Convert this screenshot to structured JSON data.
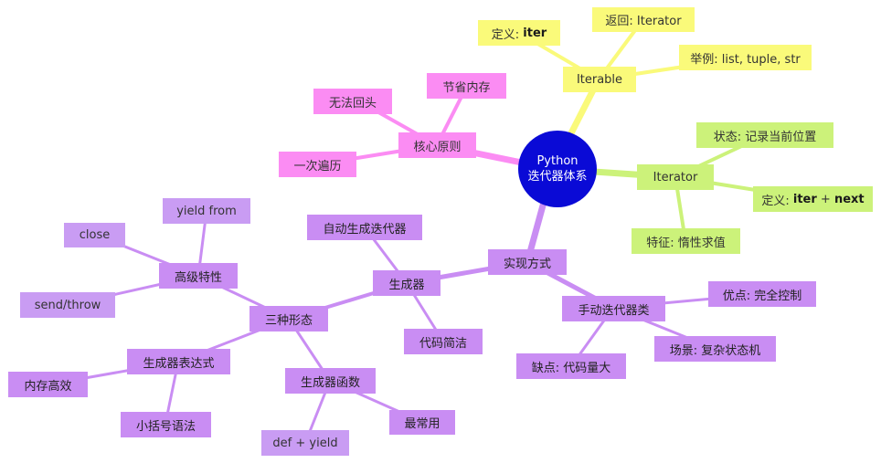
{
  "center": {
    "line1": "Python",
    "line2": "迭代器体系"
  },
  "colors": {
    "center": "#0a0ad6",
    "iterable_branch": "#fafa7a",
    "iterator_branch": "#ccf27a",
    "principle_branch": "#fb8cf3",
    "implementation_branch": "#c98df3"
  },
  "iterable": {
    "label": "Iterable",
    "definition": {
      "prefix": "定义: ",
      "keyword": "iter"
    },
    "returns": "返回: Iterator",
    "example": "举例: list, tuple, str"
  },
  "iterator": {
    "label": "Iterator",
    "state": "状态: 记录当前位置",
    "definition": {
      "prefix": "定义: ",
      "keyword1": "iter",
      "plus": " + ",
      "keyword2": "next"
    },
    "feature": "特征: 惰性求值"
  },
  "principle": {
    "label": "核心原则",
    "no_going_back": "无法回头",
    "save_memory": "节省内存",
    "single_pass": "一次遍历"
  },
  "implementation": {
    "label": "实现方式",
    "generator": {
      "label": "生成器",
      "auto_create": "自动生成迭代器",
      "concise": "代码简洁",
      "three_forms": {
        "label": "三种形态",
        "advanced": {
          "label": "高级特性",
          "yield_from": "yield from",
          "close": "close",
          "send_throw": "send/throw"
        },
        "expression": {
          "label": "生成器表达式",
          "memory_efficient": "内存高效",
          "paren_syntax": "小括号语法"
        },
        "function": {
          "label": "生成器函数",
          "most_common": "最常用",
          "def_yield": "def + yield"
        }
      }
    },
    "manual_class": {
      "label": "手动迭代器类",
      "pro": "优点: 完全控制",
      "scenario": "场景: 复杂状态机",
      "con": "缺点: 代码量大"
    }
  }
}
